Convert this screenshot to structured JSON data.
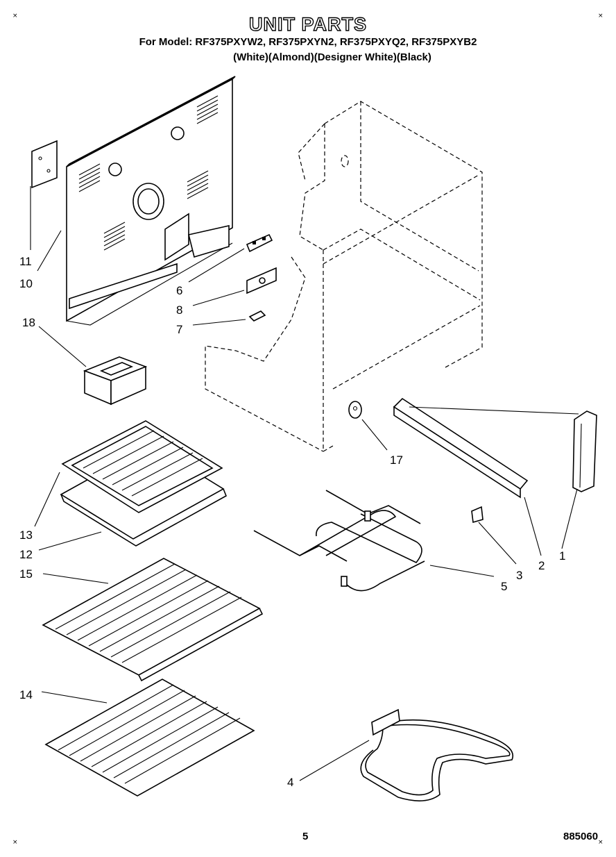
{
  "header": {
    "title": "UNIT PARTS",
    "models": "For Model: RF375PXYW2, RF375PXYN2, RF375PXYQ2, RF375PXYB2",
    "colors": "(White)(Almond)(Designer White)(Black)"
  },
  "callouts": {
    "c1": "1",
    "c2": "2",
    "c3": "3",
    "c4": "4",
    "c5": "5",
    "c6": "6",
    "c7": "7",
    "c8": "8",
    "c10": "10",
    "c11": "11",
    "c12": "12",
    "c13": "13",
    "c14": "14",
    "c15": "15",
    "c17": "17",
    "c18": "18"
  },
  "footer": {
    "page": "5",
    "code": "885060"
  }
}
